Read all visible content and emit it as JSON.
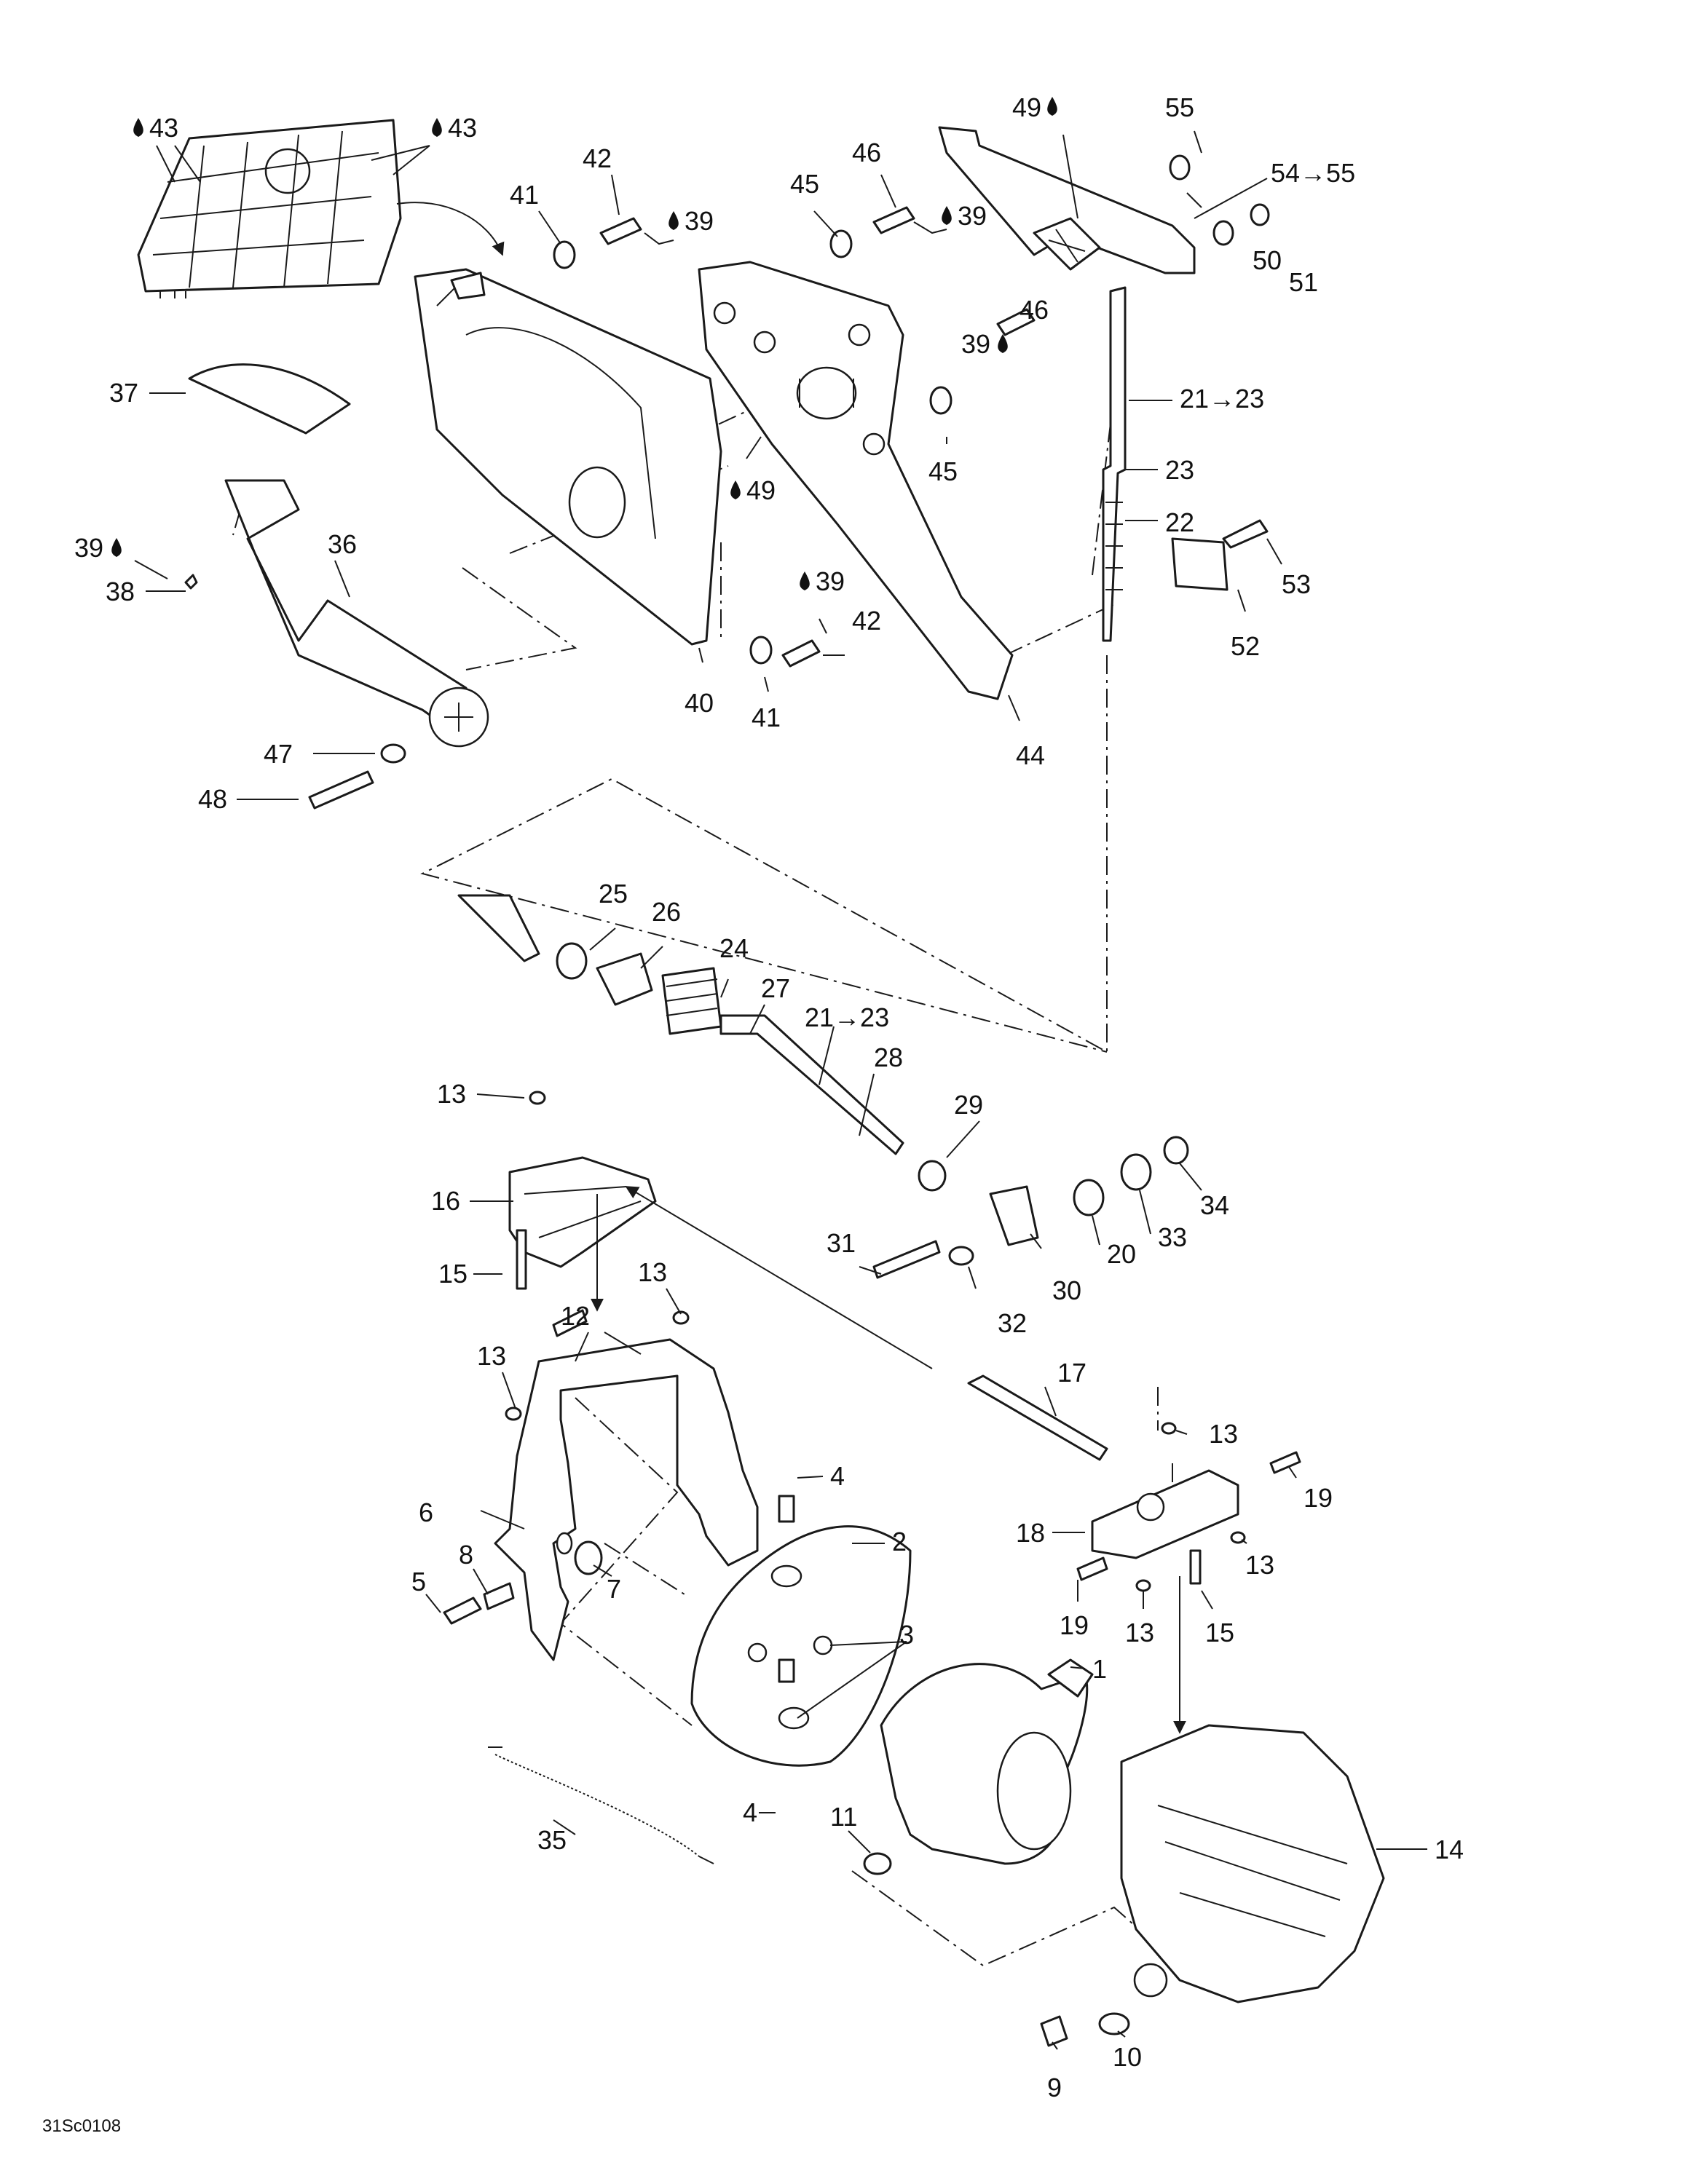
{
  "diagram_code": "31Sc0108",
  "line_color": "#1a1a1a",
  "callouts": [
    {
      "id": "c43a",
      "label": "43",
      "drop": true
    },
    {
      "id": "c43b",
      "label": "43",
      "drop": true
    },
    {
      "id": "c42a",
      "label": "42",
      "drop": false
    },
    {
      "id": "c41a",
      "label": "41",
      "drop": false
    },
    {
      "id": "c39a",
      "label": "39",
      "drop": true
    },
    {
      "id": "c46a",
      "label": "46",
      "drop": false
    },
    {
      "id": "c45a",
      "label": "45",
      "drop": false
    },
    {
      "id": "c39b",
      "label": "39",
      "drop": true
    },
    {
      "id": "c49a",
      "label": "49",
      "drop": true
    },
    {
      "id": "c55",
      "label": "55",
      "drop": false
    },
    {
      "id": "c5455",
      "label": "54→55",
      "drop": false
    },
    {
      "id": "c51",
      "label": "51",
      "drop": false
    },
    {
      "id": "c50",
      "label": "50",
      "drop": false
    },
    {
      "id": "c46b",
      "label": "46",
      "drop": false
    },
    {
      "id": "c39c",
      "label": "39",
      "drop": true
    },
    {
      "id": "c2123a",
      "label": "21→23",
      "drop": false
    },
    {
      "id": "c23",
      "label": "23",
      "drop": false
    },
    {
      "id": "c22",
      "label": "22",
      "drop": false
    },
    {
      "id": "c45b",
      "label": "45",
      "drop": false
    },
    {
      "id": "c49b",
      "label": "49",
      "drop": true
    },
    {
      "id": "c37",
      "label": "37",
      "drop": false
    },
    {
      "id": "c39d",
      "label": "39",
      "drop": true
    },
    {
      "id": "c38",
      "label": "38",
      "drop": false
    },
    {
      "id": "c36",
      "label": "36",
      "drop": false
    },
    {
      "id": "c39e",
      "label": "39",
      "drop": true
    },
    {
      "id": "c42b",
      "label": "42",
      "drop": false
    },
    {
      "id": "c41b",
      "label": "41",
      "drop": false
    },
    {
      "id": "c40",
      "label": "40",
      "drop": false
    },
    {
      "id": "c44",
      "label": "44",
      "drop": false
    },
    {
      "id": "c53",
      "label": "53",
      "drop": false
    },
    {
      "id": "c52",
      "label": "52",
      "drop": false
    },
    {
      "id": "c47",
      "label": "47",
      "drop": false
    },
    {
      "id": "c48",
      "label": "48",
      "drop": false
    },
    {
      "id": "c25",
      "label": "25",
      "drop": false
    },
    {
      "id": "c26",
      "label": "26",
      "drop": false
    },
    {
      "id": "c24",
      "label": "24",
      "drop": false
    },
    {
      "id": "c27",
      "label": "27",
      "drop": false
    },
    {
      "id": "c2123b",
      "label": "21→23",
      "drop": false
    },
    {
      "id": "c28",
      "label": "28",
      "drop": false
    },
    {
      "id": "c29",
      "label": "29",
      "drop": false
    },
    {
      "id": "c13a",
      "label": "13",
      "drop": false
    },
    {
      "id": "c16",
      "label": "16",
      "drop": false
    },
    {
      "id": "c15a",
      "label": "15",
      "drop": false
    },
    {
      "id": "c13b",
      "label": "13",
      "drop": false
    },
    {
      "id": "c12",
      "label": "12",
      "drop": false
    },
    {
      "id": "c13c",
      "label": "13",
      "drop": false
    },
    {
      "id": "c31",
      "label": "31",
      "drop": false
    },
    {
      "id": "c32",
      "label": "32",
      "drop": false
    },
    {
      "id": "c30",
      "label": "30",
      "drop": false
    },
    {
      "id": "c20",
      "label": "20",
      "drop": false
    },
    {
      "id": "c33",
      "label": "33",
      "drop": false
    },
    {
      "id": "c34",
      "label": "34",
      "drop": false
    },
    {
      "id": "c17",
      "label": "17",
      "drop": false
    },
    {
      "id": "c13d",
      "label": "13",
      "drop": false
    },
    {
      "id": "c19a",
      "label": "19",
      "drop": false
    },
    {
      "id": "c18",
      "label": "18",
      "drop": false
    },
    {
      "id": "c13e",
      "label": "13",
      "drop": false
    },
    {
      "id": "c19b",
      "label": "19",
      "drop": false
    },
    {
      "id": "c13f",
      "label": "13",
      "drop": false
    },
    {
      "id": "c15b",
      "label": "15",
      "drop": false
    },
    {
      "id": "c4a",
      "label": "4",
      "drop": false
    },
    {
      "id": "c2",
      "label": "2",
      "drop": false
    },
    {
      "id": "c6",
      "label": "6",
      "drop": false
    },
    {
      "id": "c8",
      "label": "8",
      "drop": false
    },
    {
      "id": "c5",
      "label": "5",
      "drop": false
    },
    {
      "id": "c7",
      "label": "7",
      "drop": false
    },
    {
      "id": "c3",
      "label": "3",
      "drop": false
    },
    {
      "id": "c1",
      "label": "1",
      "drop": false
    },
    {
      "id": "c14",
      "label": "14",
      "drop": false
    },
    {
      "id": "c4b",
      "label": "4",
      "drop": false
    },
    {
      "id": "c11",
      "label": "11",
      "drop": false
    },
    {
      "id": "c35",
      "label": "35",
      "drop": false
    },
    {
      "id": "c10",
      "label": "10",
      "drop": false
    },
    {
      "id": "c9",
      "label": "9",
      "drop": false
    }
  ]
}
